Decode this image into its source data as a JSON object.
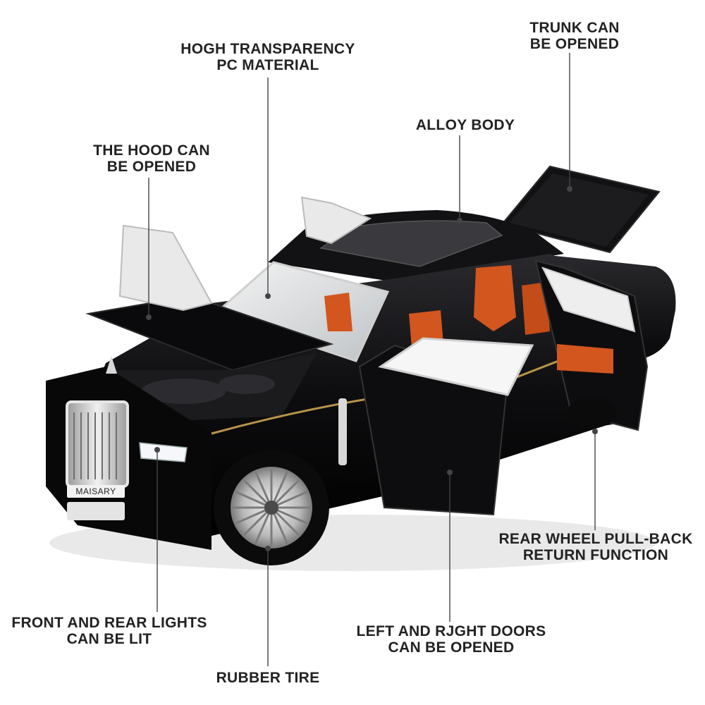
{
  "callouts": {
    "transparency": {
      "line1": "HOGH TRANSPARENCY",
      "line2": "PC MATERIAL"
    },
    "trunk": {
      "line1": "TRUNK CAN",
      "line2": "BE OPENED"
    },
    "alloy": {
      "line1": "ALLOY BODY"
    },
    "hood": {
      "line1": "THE HOOD CAN",
      "line2": "BE OPENED"
    },
    "pullback": {
      "line1": "REAR WHEEL PULL-BACK",
      "line2": "RETURN FUNCTION"
    },
    "lights": {
      "line1": "FRONT AND REAR LIGHTS",
      "line2": "CAN BE LIT"
    },
    "doors": {
      "line1": "LEFT AND RJGHT DOORS",
      "line2": "CAN BE OPENED"
    },
    "tire": {
      "line1": "RUBBER TIRE"
    }
  },
  "car": {
    "plate_text": "MAISARY"
  },
  "colors": {
    "body": "#0d0d0f",
    "interior": "#d2561e",
    "chrome": "#c8c8c8",
    "pinstripe": "#b8944a"
  }
}
